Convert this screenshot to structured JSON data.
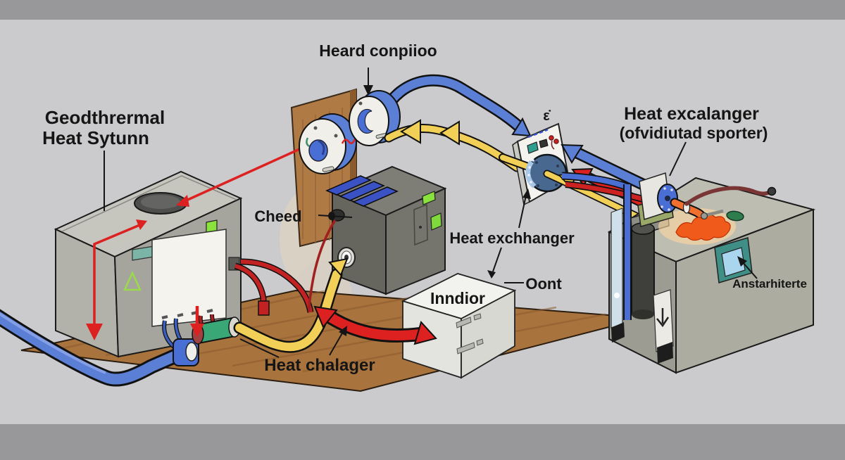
{
  "diagram": {
    "type": "geothermal-heat-pump-system-illustration",
    "labels": {
      "geothermal_line1": "Geodthrermal",
      "geothermal_line2": "Heat Sytunn",
      "heat_pump_top": "Heard conpiioo",
      "heat_exchanger_right_line1": "Heat excalanger",
      "heat_exchanger_right_line2": "(ofvidiutad sporter)",
      "cheed": "Cheed",
      "heat_exchanger_mid": "Heat exchhanger",
      "indoor": "Inndior",
      "oont": "Oont",
      "heat_chalager": "Heat chalager",
      "anstarhiterte": "Anstarhiterte",
      "epsilon": "ε̇"
    },
    "colors": {
      "background": "#cbcbcd",
      "band_gray": "#98989a",
      "machine_gray_top": "#c6c6bf",
      "machine_gray_left": "#b2b2ab",
      "machine_gray_right": "#a5a59d",
      "compressor_gray": "#75756d",
      "pipe_blue": "#5b7fd4",
      "pipe_yellow": "#f2cf56",
      "pipe_green": "#3aa876",
      "arrow_red": "#dd2020",
      "wood_brown": "#a9733d",
      "vent_teal": "#7ab5a8",
      "indicator_green": "#8ae23c",
      "window_teal": "#3f8f86",
      "window_blue": "#a9d6ee",
      "flame_orange": "#f05a1a"
    }
  }
}
